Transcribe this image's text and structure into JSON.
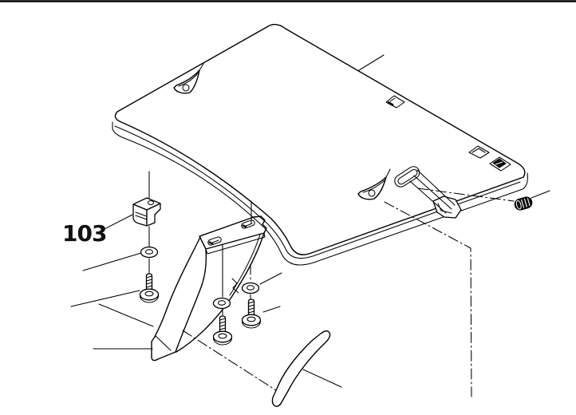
{
  "figure": {
    "kind": "exploded-parts-line-diagram",
    "callout_label": "103",
    "colors": {
      "background": "#ffffff",
      "line": "#000000",
      "label": "#111111",
      "set_screw_fill": "#0c0c0c"
    },
    "parts": [
      {
        "id": "cover-panel",
        "desc": "large flat cover panel shown in isometric view with rounded corners and edge thickness"
      },
      {
        "id": "corner-hook-left",
        "desc": "triangular hook tab with round hole, upper left of panel"
      },
      {
        "id": "corner-hook-right",
        "desc": "triangular hook tab with round hole, lower right under panel"
      },
      {
        "id": "slot-top",
        "desc": "small rectangular slot in panel top"
      },
      {
        "id": "slot-right-upper",
        "desc": "rectangular slot near right corner"
      },
      {
        "id": "slot-right-lower",
        "desc": "rectangular slot near right corner, shaded"
      },
      {
        "id": "latch-lever",
        "desc": "flat latch bar with looped end passing through edge notch"
      },
      {
        "id": "edge-notch",
        "desc": "notched tab on lower-right panel edge"
      },
      {
        "id": "clip-nut",
        "desc": "small square clip nut",
        "callout": "103"
      },
      {
        "id": "washer",
        "count": 3
      },
      {
        "id": "countersunk-screw",
        "count": 3
      },
      {
        "id": "set-screw",
        "desc": "short black set screw at right"
      },
      {
        "id": "support-bracket",
        "desc": "curved leg bracket with slotted mounting flange"
      },
      {
        "id": "wear-strip",
        "desc": "curved crescent strip below bracket"
      }
    ]
  }
}
